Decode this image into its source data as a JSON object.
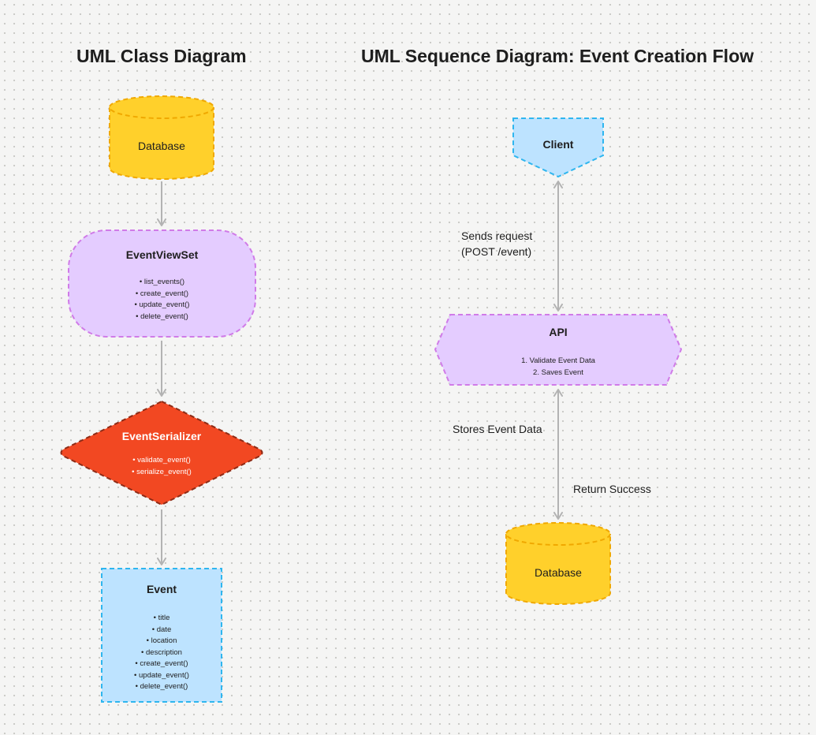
{
  "class_diagram": {
    "title": "UML Class Diagram",
    "database": {
      "label": "Database"
    },
    "viewset": {
      "name": "EventViewSet",
      "methods": [
        "list_events()",
        "create_event()",
        "update_event()",
        "delete_event()"
      ]
    },
    "serializer": {
      "name": "EventSerializer",
      "methods": [
        "validate_event()",
        "serialize_event()"
      ]
    },
    "event": {
      "name": "Event",
      "members": [
        "title",
        "date",
        "location",
        "description",
        "create_event()",
        "update_event()",
        "delete_event()"
      ]
    }
  },
  "sequence_diagram": {
    "title": "UML Sequence Diagram: Event Creation Flow",
    "client": {
      "label": "Client"
    },
    "api": {
      "label": "API",
      "steps": [
        "1. Validate Event Data",
        "2. Saves Event"
      ]
    },
    "database": {
      "label": "Database"
    },
    "edge_labels": {
      "sends_request_1": "Sends request",
      "sends_request_2": "(POST /event)",
      "stores": "Stores Event Data",
      "return": "Return Success"
    }
  },
  "colors": {
    "database_fill": "#ffd02b",
    "database_stroke": "#f0a800",
    "viewset_fill": "#e4ccff",
    "viewset_stroke": "#d07be8",
    "serializer_fill": "#f24822",
    "serializer_stroke": "#8e2b16",
    "event_fill": "#bde3ff",
    "event_stroke": "#2fb6ef",
    "arrow": "#b3b3b3"
  }
}
